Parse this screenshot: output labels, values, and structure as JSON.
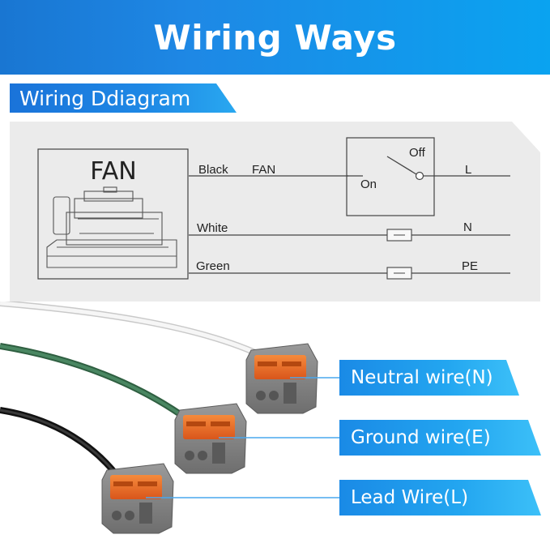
{
  "header": {
    "title": "Wiring Ways"
  },
  "section": {
    "title": "Wiring Ddiagram"
  },
  "diagram": {
    "fan_label": "FAN",
    "wires": [
      {
        "color": "Black",
        "mid_label": "FAN",
        "terminal": "L"
      },
      {
        "color": "White",
        "terminal": "N"
      },
      {
        "color": "Green",
        "terminal": "PE"
      }
    ],
    "switch": {
      "off_label": "Off",
      "on_label": "On"
    }
  },
  "callouts": [
    {
      "label": "Neutral wire(N)"
    },
    {
      "label": "Ground wire(E)"
    },
    {
      "label": "Lead Wire(L)"
    }
  ],
  "colors": {
    "brand_blue": "#1e88e5",
    "wire_white": "#f2f2f2",
    "wire_green": "#3e7a55",
    "wire_black": "#1a1a1a",
    "connector_grey": "#7d7d7d",
    "lever_orange": "#e96a26"
  }
}
